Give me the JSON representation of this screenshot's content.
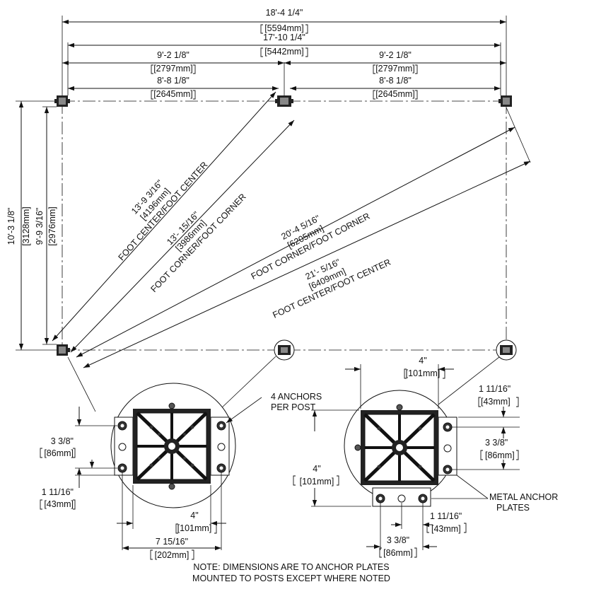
{
  "dimensions": {
    "overall_width": {
      "imperial": "18'-4 1/4\"",
      "metric": "5594mm"
    },
    "inner_width": {
      "imperial": "17'-10 1/4\"",
      "metric": "5442mm"
    },
    "span_left_center": {
      "imperial": "9'-2 1/8\"",
      "metric": "2797mm"
    },
    "span_right_center": {
      "imperial": "9'-2 1/8\"",
      "metric": "2797mm"
    },
    "span_left_corner": {
      "imperial": "8'-8 1/8\"",
      "metric": "2645mm"
    },
    "span_right_corner": {
      "imperial": "8'-8 1/8\"",
      "metric": "2645mm"
    },
    "height_outer": {
      "imperial": "10'-3 1/8\"",
      "metric": "3128mm"
    },
    "height_inner": {
      "imperial": "9'-9 3/16\"",
      "metric": "2976mm"
    },
    "diag_short_center": {
      "imperial": "13'-9 3/16\"",
      "metric": "4196mm",
      "label": "FOOT CENTER/FOOT CENTER"
    },
    "diag_short_corner": {
      "imperial": "13'- 15/16\"",
      "metric": "3986mm",
      "label": "FOOT CORNER/FOOT CORNER"
    },
    "diag_long_corner": {
      "imperial": "20'-4 5/16\"",
      "metric": "6205mm",
      "label": "FOOT CORNER/FOOT CORNER"
    },
    "diag_long_center": {
      "imperial": "21'- 5/16\"",
      "metric": "6409mm",
      "label": "FOOT CENTER/FOOT CENTER"
    }
  },
  "detail_left": {
    "callout": [
      "4 ANCHORS",
      "PER POST"
    ],
    "v_spacing": {
      "imperial": "3 3/8\"",
      "metric": "86mm"
    },
    "edge_offset": {
      "imperial": "1 11/16\"",
      "metric": "43mm"
    },
    "post_width": {
      "imperial": "4\"",
      "metric": "101mm"
    },
    "plate_span": {
      "imperial": "7 15/16\"",
      "metric": "202mm"
    }
  },
  "detail_right": {
    "callout": [
      "METAL ANCHOR",
      "PLATES"
    ],
    "post_width": {
      "imperial": "4\"",
      "metric": "101mm"
    },
    "edge_offset_top": {
      "imperial": "1 11/16\"",
      "metric": "43mm"
    },
    "v_spacing": {
      "imperial": "3 3/8\"",
      "metric": "86mm"
    },
    "height": {
      "imperial": "4\"",
      "metric": "101mm"
    },
    "edge_offset_bottom": {
      "imperial": "1 11/16\"",
      "metric": "43mm"
    },
    "h_spacing": {
      "imperial": "3 3/8\"",
      "metric": "86mm"
    }
  },
  "note": [
    "NOTE: DIMENSIONS ARE TO ANCHOR PLATES",
    "MOUNTED TO POSTS EXCEPT WHERE NOTED"
  ]
}
